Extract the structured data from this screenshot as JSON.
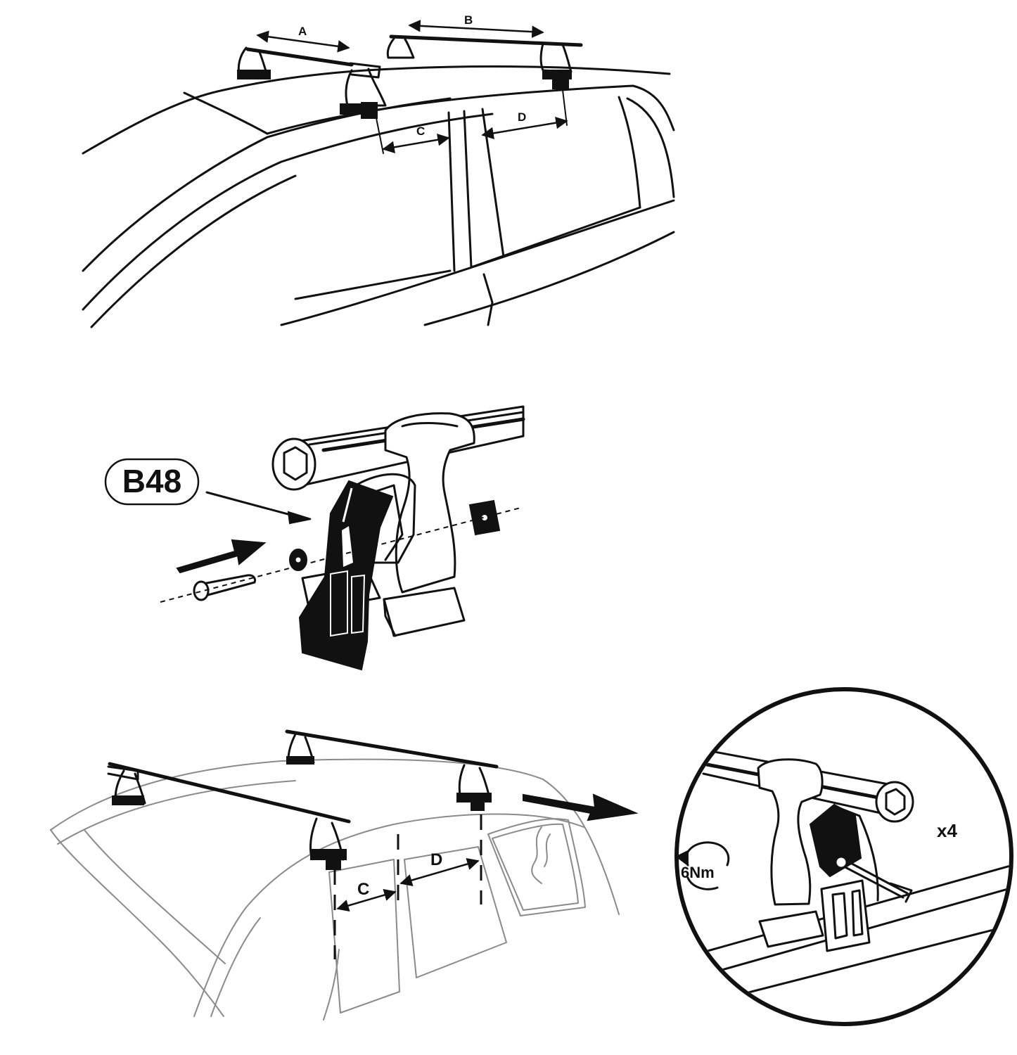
{
  "dimension_labels_top": {
    "a": "A",
    "b": "B",
    "c": "C",
    "d": "D"
  },
  "part_badge": {
    "code": "B48"
  },
  "dimension_labels_bottom": {
    "c": "C",
    "d": "D"
  },
  "detail": {
    "torque": "6Nm",
    "quantity": "x4"
  },
  "colors": {
    "line": "#111111",
    "light_line": "#8a8a8a",
    "background": "#ffffff"
  }
}
